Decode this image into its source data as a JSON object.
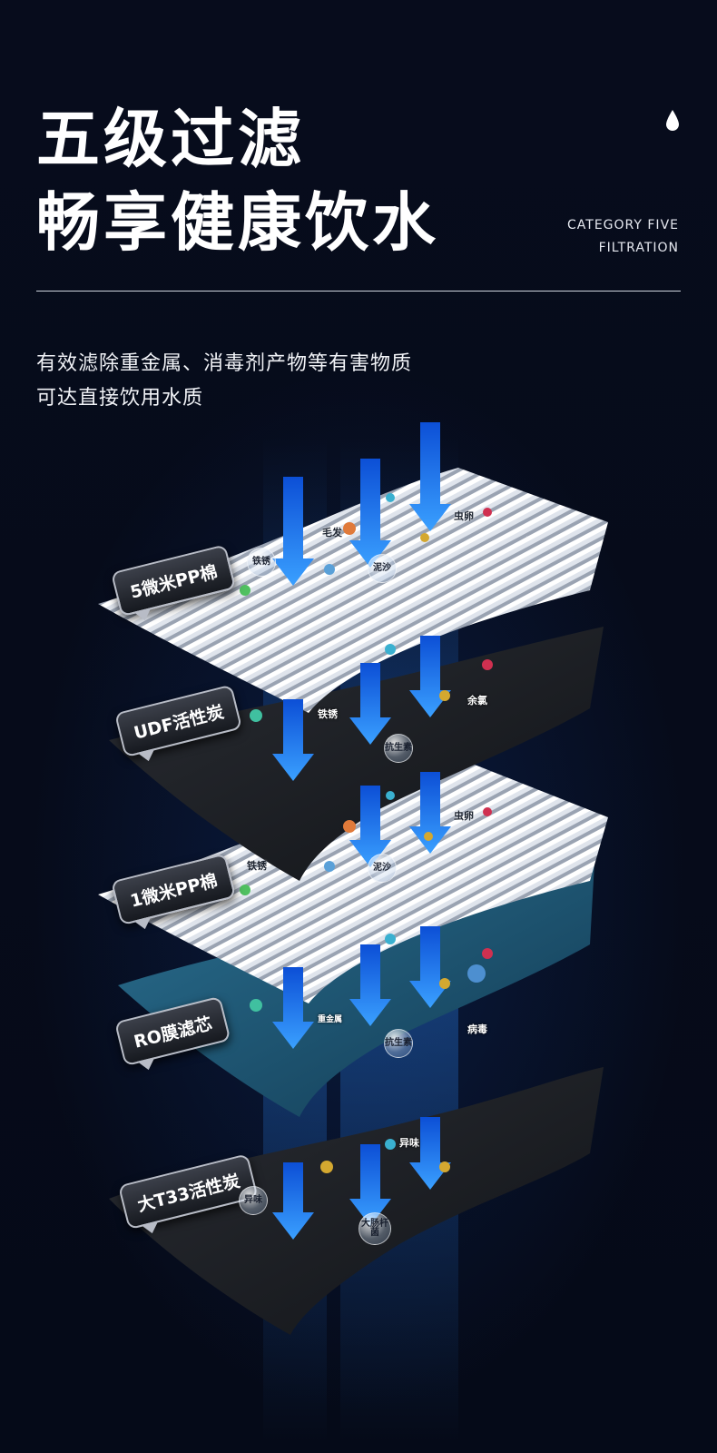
{
  "header": {
    "title_line1": "五级过滤",
    "title_line2": "畅享健康饮水",
    "category_line1": "CATEGORY FIVE",
    "category_line2": "FILTRATION",
    "description_line1": "有效滤除重金属、消毒剂产物等有害物质",
    "description_line2": "可达直接饮用水质",
    "icon": "water-drop-icon"
  },
  "layers": [
    {
      "label": "5微米PP棉"
    },
    {
      "label": "UDF活性炭"
    },
    {
      "label": "1微米PP棉"
    },
    {
      "label": "RO膜滤芯"
    },
    {
      "label": "大T33活性炭"
    }
  ],
  "particles": {
    "layer1": [
      "铁锈",
      "泥沙",
      "虫卵",
      "毛发"
    ],
    "layer2": [
      "铁锈",
      "抗生素",
      "余氯"
    ],
    "layer3": [
      "铁锈",
      "泥沙",
      "虫卵"
    ],
    "layer4": [
      "重金属",
      "抗生素",
      "病毒"
    ],
    "layer5": [
      "异味",
      "异味",
      "大肠杆菌"
    ]
  },
  "colors": {
    "background": "#060b1a",
    "arrow_blue": "#1f7bff",
    "pp_white": "#e9edf3",
    "carbon_black": "#1b1d22",
    "ro_teal": "#1e5a78"
  }
}
